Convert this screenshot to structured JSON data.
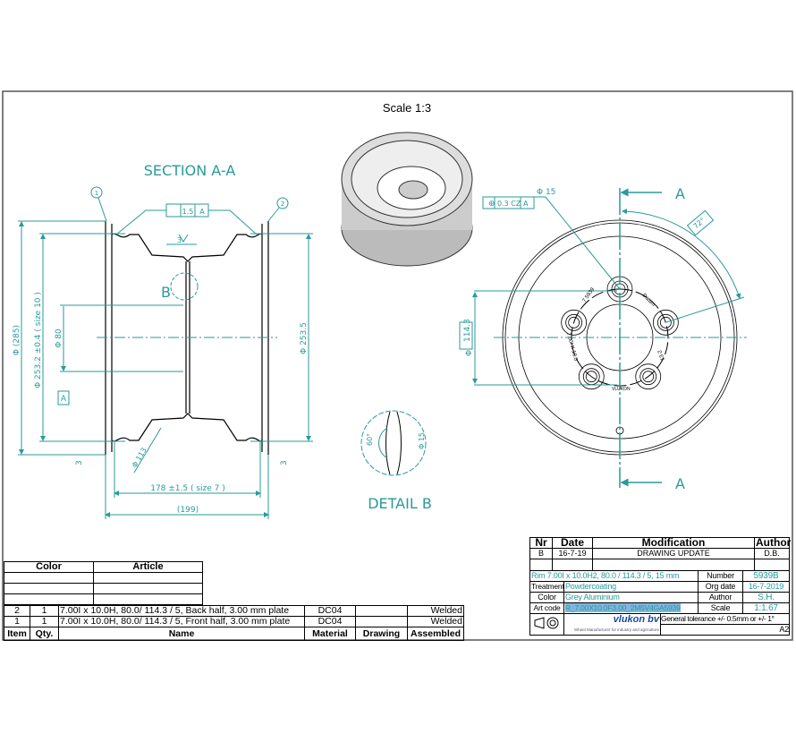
{
  "scale_label": "Scale 1:3",
  "section": {
    "title": "SECTION A-A",
    "balloon_1": "1",
    "balloon_2": "2",
    "runout_tol": "1.5",
    "runout_datum": "A",
    "weld_size": "3",
    "detail_ref": "B",
    "dia_285": "Φ (285)",
    "dia_2532": "Φ 253.2 ±0.4 ( size 10 )",
    "dia_80": "Φ 80",
    "datum_a": "A",
    "dia_2535": "Φ 253.5",
    "dim_3_left": "3",
    "dim_3_right": "3",
    "dia_113": "Φ 113",
    "width_178": "178 ±1.5 ( size 7 )",
    "width_199": "(199)"
  },
  "detail": {
    "title": "DETAIL B",
    "angle": "60°",
    "dia": "Φ 15"
  },
  "front": {
    "section_a_top": "A",
    "section_a_bottom": "A",
    "hole_dia": "Φ 15",
    "position_tol": "0.3 CZ",
    "position_datum": "A",
    "angle": "72°",
    "bolt_circle": "114.3",
    "bolt_circle_prefix": "Φ",
    "stamp_1": "7 5939",
    "stamp_2": "Datum",
    "stamp_3": "13-2",
    "stamp_4": "VLUKON",
    "stamp_5": "7.00I X 10.0"
  },
  "revisions": {
    "headers": [
      "Nr",
      "Date",
      "Modification",
      "Author"
    ],
    "rows": [
      [
        "B",
        "16-7-19",
        "DRAWING UPDATE",
        "D.B."
      ]
    ]
  },
  "title_block": {
    "description": "Rim 7.00I x 10.0H2,  80.0 / 114.3 / 5,  15 mm",
    "number_label": "Number",
    "number": "5939B",
    "treatment_label": "Treatment",
    "treatment": "Powdercoating",
    "org_date_label": "Org date",
    "org_date": "16-7-2019",
    "color_label": "Color",
    "color": "Grey Aluminium",
    "author_label": "Author",
    "author": "S.H.",
    "art_code_label": "Art code",
    "art_code": "R_7.00X10.0F3.00_2M5V4GA5939",
    "scale_label": "Scale",
    "scale": "1:1.67",
    "company": "vlukon bv",
    "company_tagline": "Wheel Manufacturer for industry and agriculture",
    "tolerance": "General tolerance +/- 0.5mm or +/- 1°",
    "sheet": "A2"
  },
  "color_article": {
    "headers": [
      "Color",
      "Article"
    ]
  },
  "bom": {
    "headers": [
      "Item",
      "Qty.",
      "Name",
      "Material",
      "Drawing",
      "Assembled"
    ],
    "rows": [
      [
        "2",
        "1",
        "7.00I x 10.0H,  80.0/ 114.3 / 5, Back half, 3.00 mm plate",
        "DC04",
        "",
        "Welded"
      ],
      [
        "1",
        "1",
        "7.00I x 10.0H,  80.0/ 114.3 / 5, Front half, 3.00 mm plate",
        "DC04",
        "",
        "Welded"
      ]
    ]
  },
  "colors": {
    "dimension": "#2a9a9a",
    "line": "#000000",
    "highlight": "#7fb6e0"
  }
}
